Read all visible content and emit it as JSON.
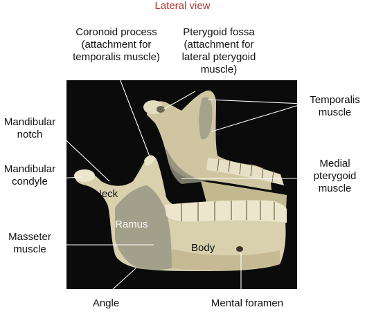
{
  "title": "Lateral view",
  "labels": {
    "coronoid_process": "Coronoid process\n(attachment for\ntemporalis muscle)",
    "pterygoid_fossa": "Pterygoid fossa\n(attachment for\nlateral pterygoid\nmuscle)",
    "temporalis_muscle": "Temporalis\nmuscle",
    "mandibular_notch": "Mandibular\nnotch",
    "mandibular_condyle": "Mandibular\ncondyle",
    "medial_pterygoid_muscle": "Medial\npterygoid\nmuscle",
    "masseter_muscle": "Masseter\nmuscle",
    "angle": "Angle",
    "mental_foramen": "Mental foramen",
    "neck": "Neck",
    "ramus": "Ramus",
    "body": "Body"
  },
  "colors": {
    "title": "#b3352a",
    "photo_background": "#0b0b0b",
    "bone": "#d9d0ad",
    "muscle_overlay": "#9a9a86",
    "leader_line": "#ffffff"
  }
}
